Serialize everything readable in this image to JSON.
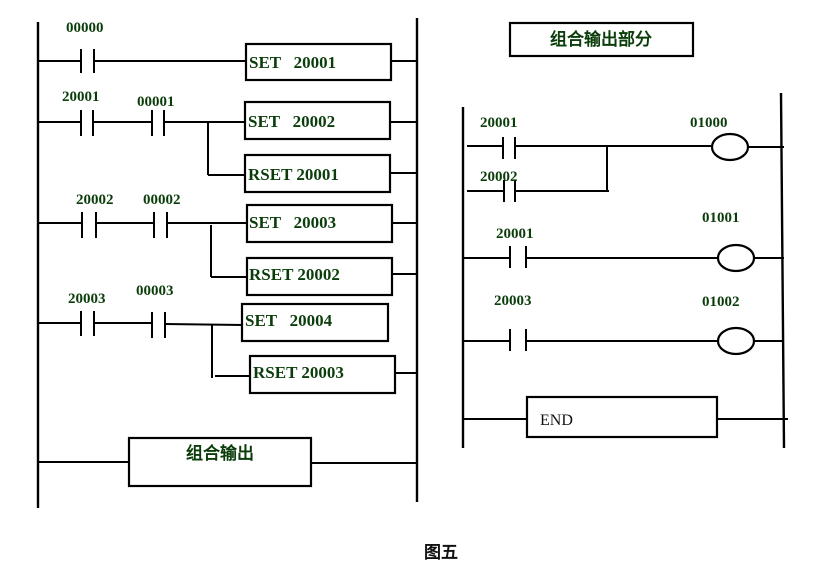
{
  "left_diagram": {
    "rungs": [
      {
        "contacts": [
          "00000"
        ],
        "outputs": [
          "SET   20001"
        ]
      },
      {
        "contacts": [
          "20001",
          "00001"
        ],
        "outputs": [
          "SET   20002",
          "RSET 20001"
        ]
      },
      {
        "contacts": [
          "20002",
          "00002"
        ],
        "outputs": [
          "SET   20003",
          "RSET 20002"
        ]
      },
      {
        "contacts": [
          "20003",
          "00003"
        ],
        "outputs": [
          "SET   20004",
          "RSET 20003"
        ]
      }
    ],
    "combined_output_block": "组合输出"
  },
  "right_diagram": {
    "title": "组合输出部分",
    "rungs": [
      {
        "contacts": [
          "20001",
          "20002"
        ],
        "parallel": true,
        "coil": "01000"
      },
      {
        "contacts": [
          "20001"
        ],
        "coil": "01001"
      },
      {
        "contacts": [
          "20003"
        ],
        "coil": "01002"
      }
    ],
    "end_block": "END"
  },
  "caption": "图五",
  "colors": {
    "label_text": "#0b3d0b",
    "lines": "#000000"
  }
}
